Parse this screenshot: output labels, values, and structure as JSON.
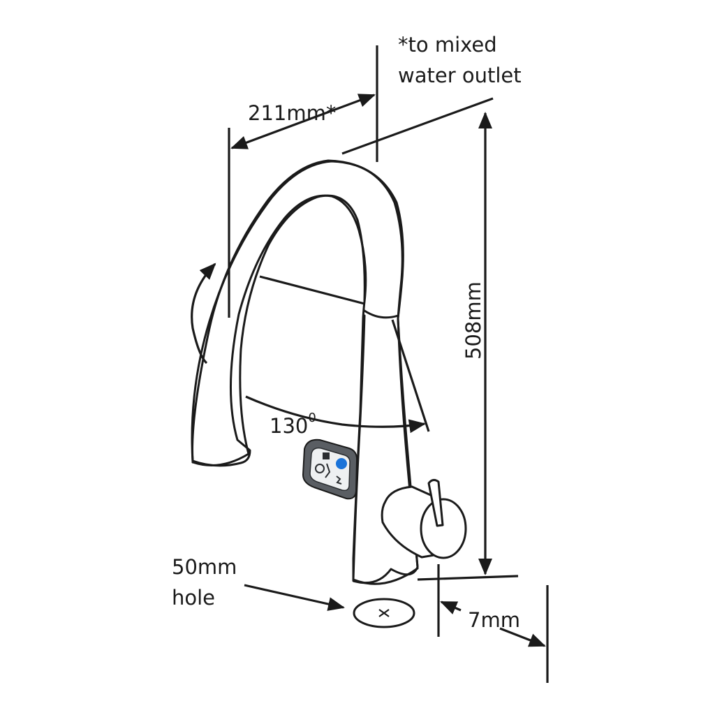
{
  "labels": {
    "note_line1": "*to mixed",
    "note_line2": "water outlet",
    "reach": "211mm*",
    "height": "508mm",
    "swivel": "130",
    "swivel_degree_mark": "0",
    "hole_line1": "50mm",
    "hole_line2": "hole",
    "projection": "7mm"
  },
  "colors": {
    "line": "#1a1a1a",
    "panel": "#5a5e63",
    "accent_blue": "#1a73d9"
  }
}
